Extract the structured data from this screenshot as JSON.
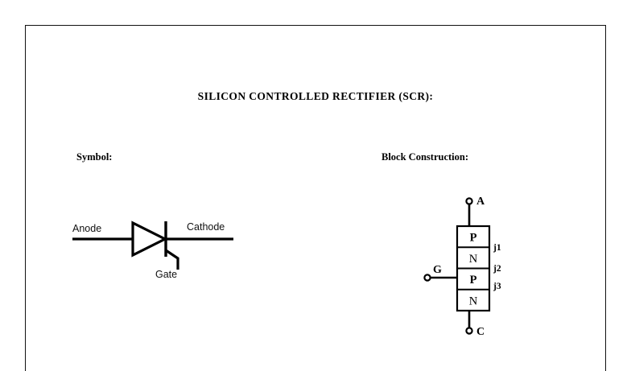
{
  "page": {
    "title": "SILICON CONTROLLED RECTIFIER (SCR):",
    "background_color": "#ffffff",
    "ink_color": "#000000",
    "border_color": "#111111"
  },
  "sections": {
    "symbol": {
      "heading": "Symbol:",
      "labels": {
        "anode": "Anode",
        "cathode": "Cathode",
        "gate": "Gate"
      }
    },
    "block": {
      "heading": "Block Construction:",
      "terminals": {
        "anode": "A",
        "gate": "G",
        "cathode": "C"
      },
      "layers": [
        {
          "label": "P"
        },
        {
          "label": "N"
        },
        {
          "label": "P"
        },
        {
          "label": "N"
        }
      ],
      "junctions": [
        {
          "label": "j1"
        },
        {
          "label": "j2"
        },
        {
          "label": "j3"
        }
      ]
    }
  }
}
